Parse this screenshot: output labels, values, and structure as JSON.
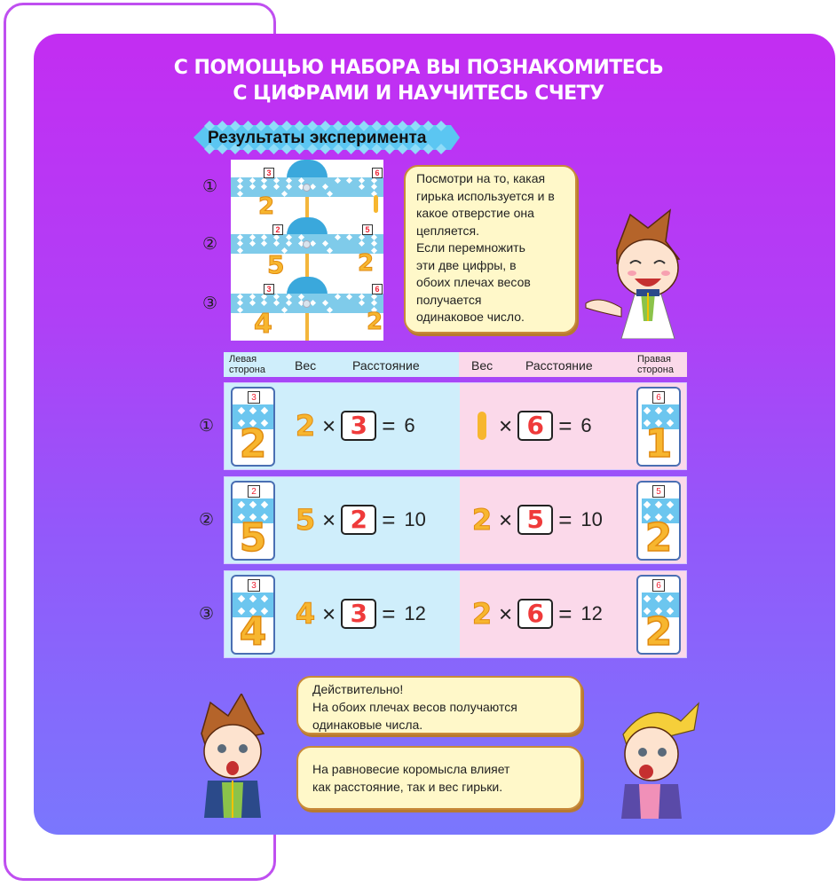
{
  "title": {
    "line1": "С ПОМОЩЬЮ НАБОРА ВЫ ПОЗНАКОМИТЕСЬ",
    "line2": "С ЦИФРАМИ И НАУЧИТЕСЬ СЧЕТУ"
  },
  "section_ribbon": "Результаты эксперимента",
  "experiment_photo": {
    "rows": [
      {
        "marker": "①",
        "left_tag": "3",
        "right_tag": "6",
        "left_weight": "2",
        "right_weight": "1"
      },
      {
        "marker": "②",
        "left_tag": "2",
        "right_tag": "5",
        "left_weight": "5",
        "right_weight": "2"
      },
      {
        "marker": "③",
        "left_tag": "3",
        "right_tag": "6",
        "left_weight": "4",
        "right_weight": "2"
      }
    ]
  },
  "teacher_bubble": {
    "lines": [
      "Посмотри на то, какая",
      "гирька используется и в",
      "какое отверстие она",
      "цепляется.",
      "Если перемножить",
      "эти две цифры, в",
      "обоих плечах весов",
      "получается",
      "одинаковое число."
    ]
  },
  "table": {
    "headers": {
      "left_side": [
        "Левая",
        "сторона"
      ],
      "weight_left": "Вес",
      "distance_left": "Расстояние",
      "weight_right": "Вес",
      "distance_right": "Расстояние",
      "right_side": [
        "Правая",
        "сторона"
      ]
    },
    "rows": [
      {
        "marker": "①",
        "left": {
          "weight": "2",
          "distance": "3",
          "result": "6"
        },
        "right": {
          "weight": "1",
          "distance": "6",
          "result": "6"
        }
      },
      {
        "marker": "②",
        "left": {
          "weight": "5",
          "distance": "2",
          "result": "10"
        },
        "right": {
          "weight": "2",
          "distance": "5",
          "result": "10"
        }
      },
      {
        "marker": "③",
        "left": {
          "weight": "4",
          "distance": "3",
          "result": "12"
        },
        "right": {
          "weight": "2",
          "distance": "6",
          "result": "12"
        }
      }
    ],
    "times_symbol": "×",
    "equals_symbol": "="
  },
  "boy_bubble": {
    "lines": [
      "Действительно!",
      "На обоих плечах весов получаются",
      "одинаковые числа."
    ]
  },
  "girl_bubble": {
    "lines": [
      "На равновесие коромысла влияет",
      "как расстояние, так и вес гирьки."
    ]
  },
  "colors": {
    "panel_top": "#c32df2",
    "panel_bottom": "#7a77fd",
    "left_side_bg": "#cfeefb",
    "right_side_bg": "#fbd9ea",
    "bubble_bg": "#fff8c9",
    "weight_orange": "#f7b62f",
    "distance_red": "#ef3a3a"
  }
}
